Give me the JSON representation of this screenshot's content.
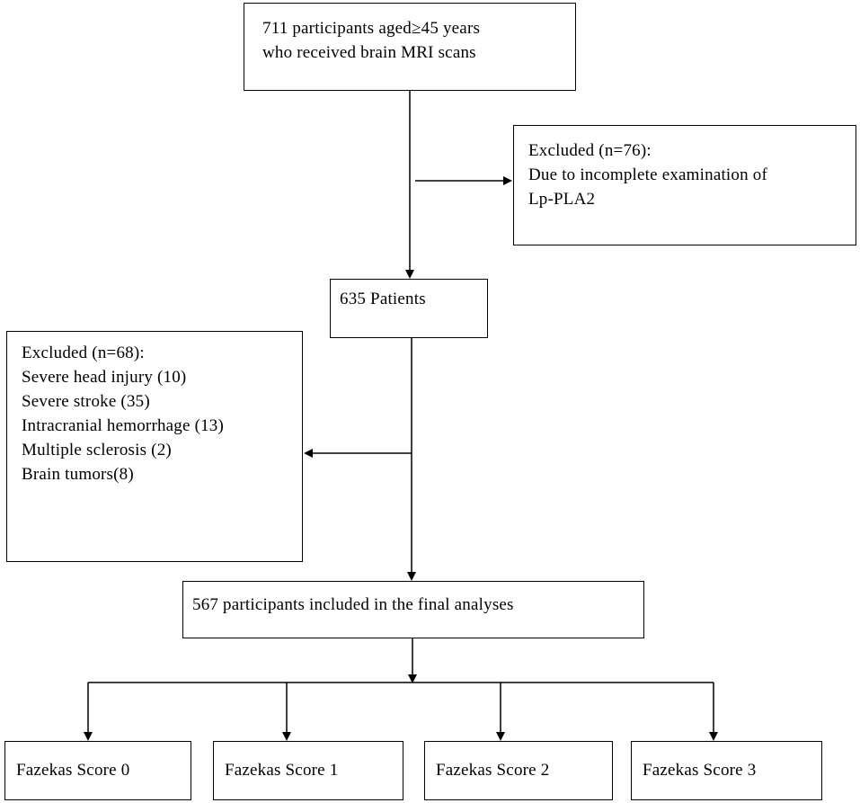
{
  "flowchart": {
    "start": {
      "lines": [
        "711 participants aged≥45 years",
        "who received brain MRI scans"
      ]
    },
    "exclusion_1": {
      "lines": [
        "Excluded (n=76):",
        "Due to incomplete examination of",
        "Lp-PLA2"
      ]
    },
    "patients": {
      "lines": [
        "635 Patients"
      ]
    },
    "exclusion_2": {
      "lines": [
        "Excluded (n=68):",
        "Severe head injury (10)",
        "Severe stroke (35)",
        "Intracranial hemorrhage (13)",
        "Multiple sclerosis (2)",
        "Brain tumors(8)"
      ]
    },
    "final": {
      "lines": [
        "567 participants included in the final analyses"
      ]
    },
    "scores": [
      {
        "label": "Fazekas Score 0"
      },
      {
        "label": "Fazekas Score 1"
      },
      {
        "label": "Fazekas Score 2"
      },
      {
        "label": "Fazekas Score 3"
      }
    ]
  }
}
